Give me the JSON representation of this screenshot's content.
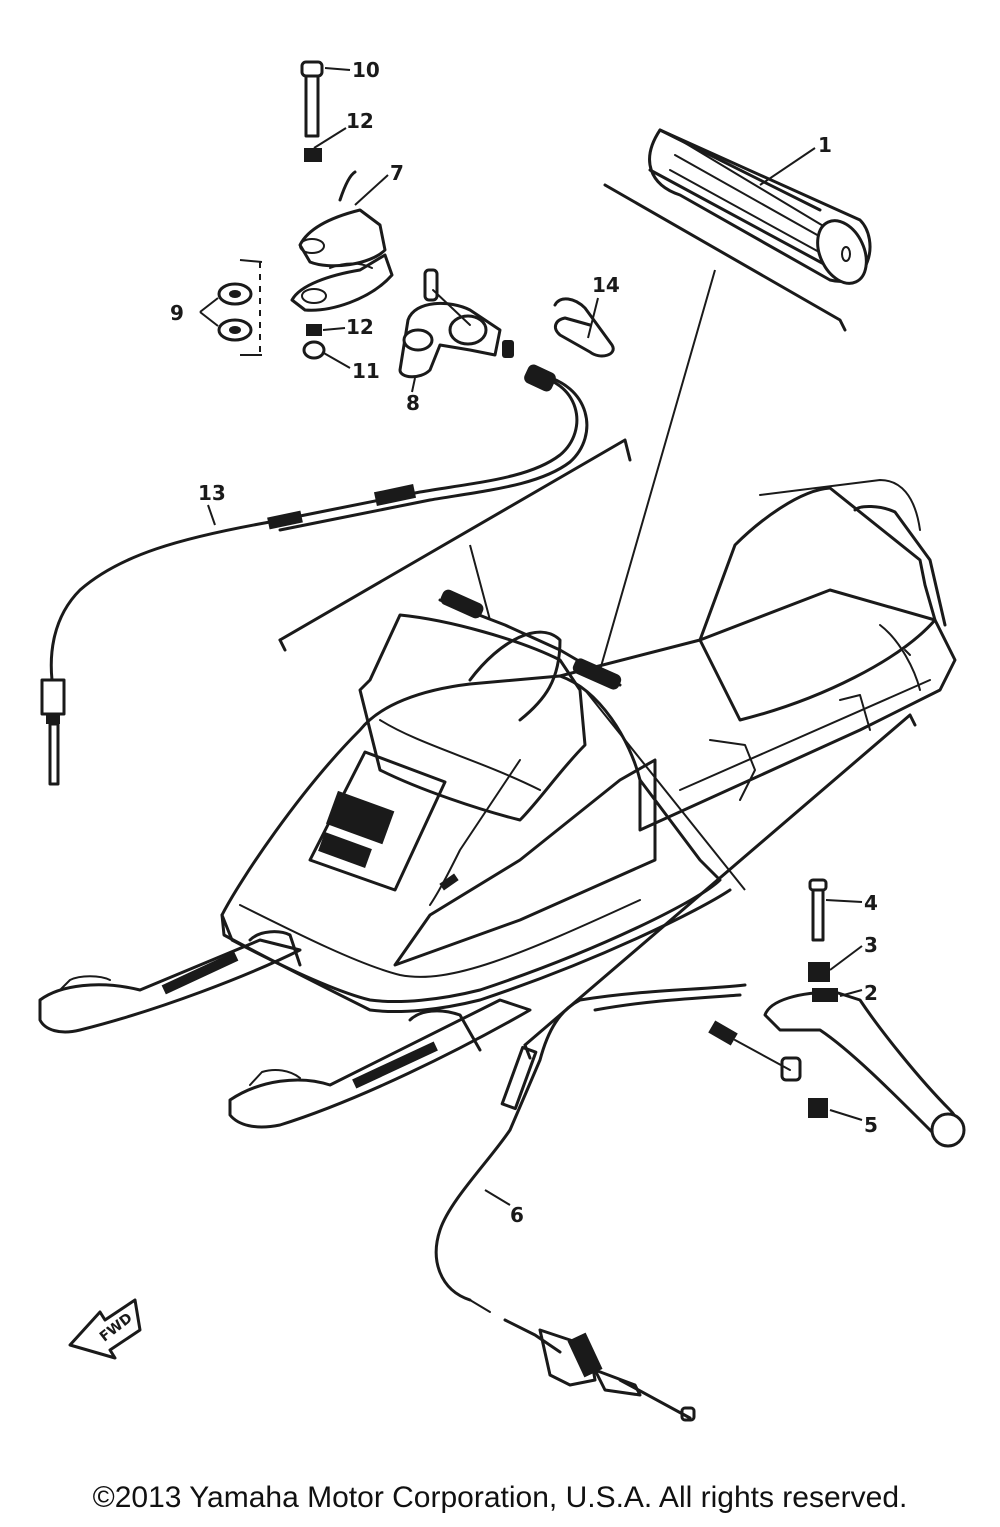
{
  "diagram": {
    "callouts": {
      "c1": "1",
      "c2": "2",
      "c3": "3",
      "c4": "4",
      "c5": "5",
      "c6": "6",
      "c7": "7",
      "c8": "8",
      "c9": "9",
      "c10": "10",
      "c11": "11",
      "c12a": "12",
      "c12b": "12",
      "c13": "13",
      "c14": "14"
    },
    "direction_label": "FWD"
  },
  "footer": {
    "copyright": "©2013 Yamaha Motor Corporation, U.S.A. All rights reserved."
  }
}
